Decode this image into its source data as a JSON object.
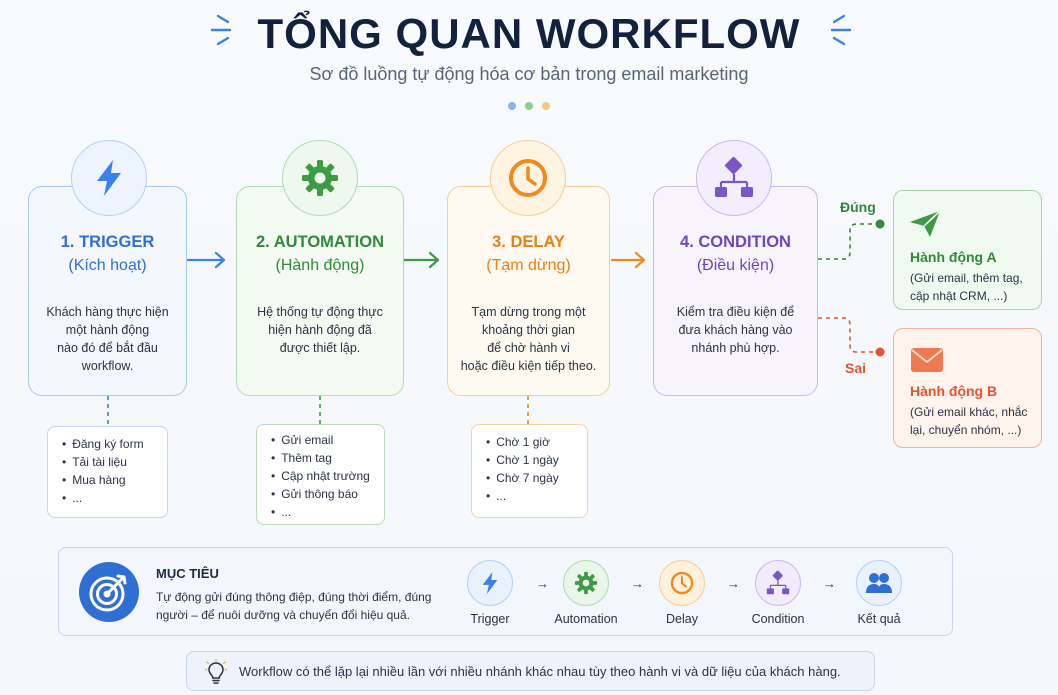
{
  "header": {
    "title": "TỔNG QUAN WORKFLOW",
    "subtitle": "Sơ đồ luồng tự động hóa cơ bản trong email marketing"
  },
  "colors": {
    "trigger": "#3b82e8",
    "automation": "#3d9a45",
    "delay": "#f08a1c",
    "condition": "#7b57c6",
    "true_branch": "#2f8a3a",
    "false_branch": "#e6532e",
    "dots": [
      "#8db4ec",
      "#8fcf8f",
      "#f7c77e"
    ]
  },
  "steps": [
    {
      "title": "1. TRIGGER",
      "subtitle": "(Kích hoạt)",
      "icon": "lightning-icon",
      "desc": [
        "Khách hàng thực hiện",
        "một hành động",
        "nào đó để bắt đầu",
        "workflow."
      ],
      "list": [
        "Đăng ký form",
        "Tải tài liệu",
        "Mua hàng",
        "..."
      ]
    },
    {
      "title": "2. AUTOMATION",
      "subtitle": "(Hành động)",
      "icon": "gear-icon",
      "desc": [
        "Hệ thống tự động thực",
        "hiện hành động đã",
        "được thiết lập."
      ],
      "list": [
        "Gửi email",
        "Thêm tag",
        "Cập nhật trường",
        "Gửi thông báo",
        "..."
      ]
    },
    {
      "title": "3. DELAY",
      "subtitle": "(Tạm dừng)",
      "icon": "clock-icon",
      "desc": [
        "Tạm dừng trong một",
        "khoảng thời gian",
        "để chờ hành vi",
        "hoặc điều kiện tiếp theo."
      ],
      "list": [
        "Chờ 1 giờ",
        "Chờ 1 ngày",
        "Chờ 7 ngày",
        "..."
      ]
    },
    {
      "title": "4. CONDITION",
      "subtitle": "(Điều kiện)",
      "icon": "flowchart-icon",
      "desc": [
        "Kiểm tra điều kiện để",
        "đưa khách hàng vào",
        "nhánh phù hợp."
      ]
    }
  ],
  "branches": {
    "true_label": "Đúng",
    "false_label": "Sai",
    "action_a": {
      "title": "Hành động A",
      "desc": [
        "(Gửi email, thêm tag,",
        "cập nhật CRM, ...)"
      ],
      "icon": "send-icon"
    },
    "action_b": {
      "title": "Hành động B",
      "desc": [
        "(Gửi email khác, nhắc",
        "lại, chuyển nhóm, ...)"
      ],
      "icon": "mail-icon"
    }
  },
  "goal": {
    "title": "MỤC TIÊU",
    "desc": "Tự động gửi đúng thông điệp, đúng thời điểm, đúng người – để nuôi dưỡng và chuyển đổi hiệu quả.",
    "icon": "target-icon",
    "flow": [
      {
        "label": "Trigger",
        "icon": "lightning-icon"
      },
      {
        "label": "Automation",
        "icon": "gear-icon"
      },
      {
        "label": "Delay",
        "icon": "clock-icon"
      },
      {
        "label": "Condition",
        "icon": "flowchart-icon"
      },
      {
        "label": "Kết quả",
        "icon": "users-icon"
      }
    ],
    "arrow": "→"
  },
  "tip": {
    "icon": "lightbulb-icon",
    "text": "Workflow có thể lặp lại nhiều lần với nhiều nhánh khác nhau tùy theo hành vi và dữ liệu của khách hàng."
  }
}
